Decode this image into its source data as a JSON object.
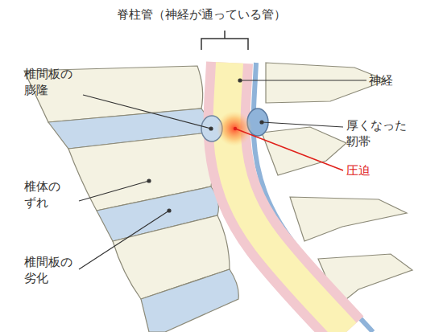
{
  "diagram": {
    "labels": [
      "脊柱管（神経が通っている管）",
      "椎間板の 膨隆",
      "神経",
      "厚くなった 靭帯",
      "圧迫",
      "椎体の ずれ",
      "椎間板の 劣化"
    ]
  }
}
